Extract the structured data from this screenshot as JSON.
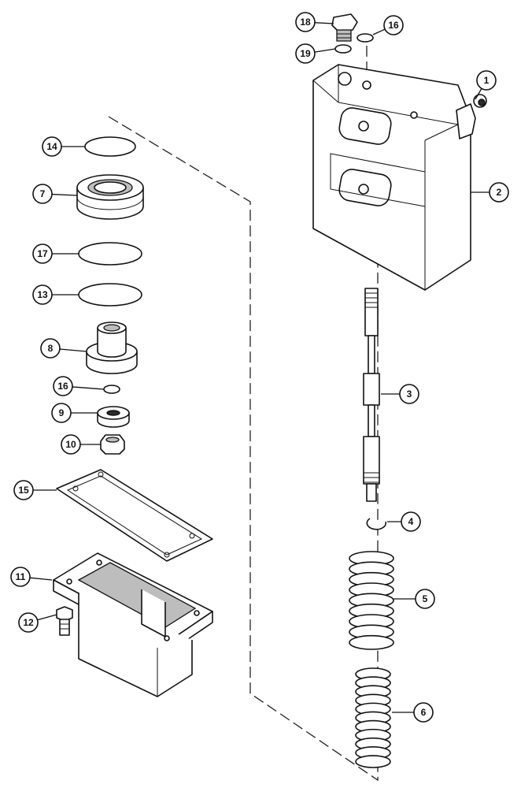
{
  "diagram": {
    "colors": {
      "line": "#111111",
      "paper": "#ffffff",
      "shade": "#bdbdbd"
    },
    "callouts": [
      "1",
      "2",
      "3",
      "4",
      "5",
      "6",
      "7",
      "8",
      "9",
      "10",
      "11",
      "12",
      "13",
      "14",
      "15",
      "16",
      "16",
      "17",
      "18",
      "19"
    ]
  }
}
